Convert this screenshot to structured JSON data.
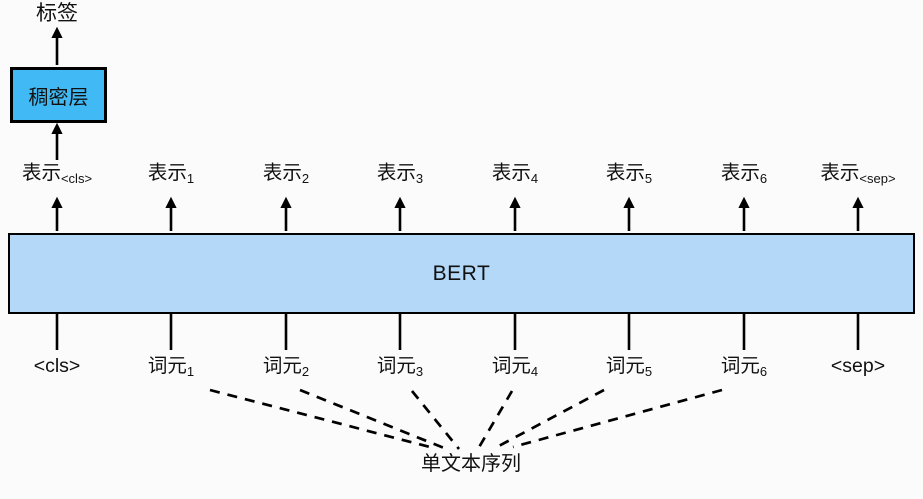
{
  "colors": {
    "background": "#fbfbfb",
    "text": "#111111",
    "line": "#000000",
    "dense_fill": "#41b9f4",
    "bert_fill": "#b3d8f8"
  },
  "top": {
    "label": "标签"
  },
  "dense_box": {
    "label": "稠密层"
  },
  "bert_box": {
    "label": "BERT"
  },
  "representations": [
    {
      "base": "表示",
      "sub": "<cls>"
    },
    {
      "base": "表示",
      "sub": "1"
    },
    {
      "base": "表示",
      "sub": "2"
    },
    {
      "base": "表示",
      "sub": "3"
    },
    {
      "base": "表示",
      "sub": "4"
    },
    {
      "base": "表示",
      "sub": "5"
    },
    {
      "base": "表示",
      "sub": "6"
    },
    {
      "base": "表示",
      "sub": "<sep>"
    }
  ],
  "tokens": [
    {
      "base": "<cls>",
      "sub": ""
    },
    {
      "base": "词元",
      "sub": "1"
    },
    {
      "base": "词元",
      "sub": "2"
    },
    {
      "base": "词元",
      "sub": "3"
    },
    {
      "base": "词元",
      "sub": "4"
    },
    {
      "base": "词元",
      "sub": "5"
    },
    {
      "base": "词元",
      "sub": "6"
    },
    {
      "base": "<sep>",
      "sub": ""
    }
  ],
  "bottom": {
    "label": "单文本序列"
  }
}
